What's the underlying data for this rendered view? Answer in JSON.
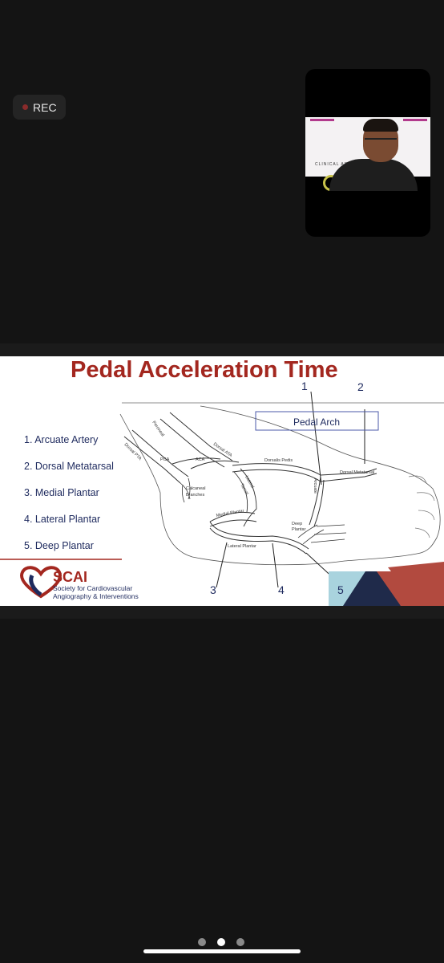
{
  "recording": {
    "label": "REC"
  },
  "self_view": {
    "sign_text": "CLINICAL ARCH"
  },
  "slide": {
    "title": "Pedal Acceleration Time",
    "legend": [
      "1.  Arcuate Artery",
      "2.  Dorsal Metatarsal",
      "3.  Medial Plantar",
      "4.  Lateral Plantar",
      "5.  Deep Plantar"
    ],
    "box_label": "Pedal Arch",
    "numbers": {
      "n1": "1",
      "n2": "2",
      "n3": "3",
      "n4": "4",
      "n5": "5"
    },
    "anatomy_labels": {
      "peroneal": "Peroneal",
      "dorsal_pta": "Dorsal PTA",
      "pca": "PCA",
      "aca": "ACA",
      "dorsal_ata": "Dorsal ATA",
      "dorsalis_pedis": "Dorsalis Pedis",
      "dorsal_metatarsal": "Dorsal Metatarsal",
      "calcaneal": "Calcaneal",
      "branches": "Branches",
      "lateral": "Lateral",
      "tarsal": "Tarsal",
      "arcuate": "Arcuate",
      "medial_plantar": "Medial Plantar",
      "deep": "Deep",
      "plantar": "Plantar",
      "lateral_plantar": "Lateral Plantar"
    },
    "logo": {
      "name": "SCAI",
      "line1": "Society for Cardiovascular",
      "line2": "Angiography & Interventions"
    }
  },
  "colors": {
    "brand_red": "#a3271f",
    "navy": "#1e2a5e",
    "background": "#141414"
  },
  "pagination": {
    "pages": 3,
    "active": 2
  }
}
